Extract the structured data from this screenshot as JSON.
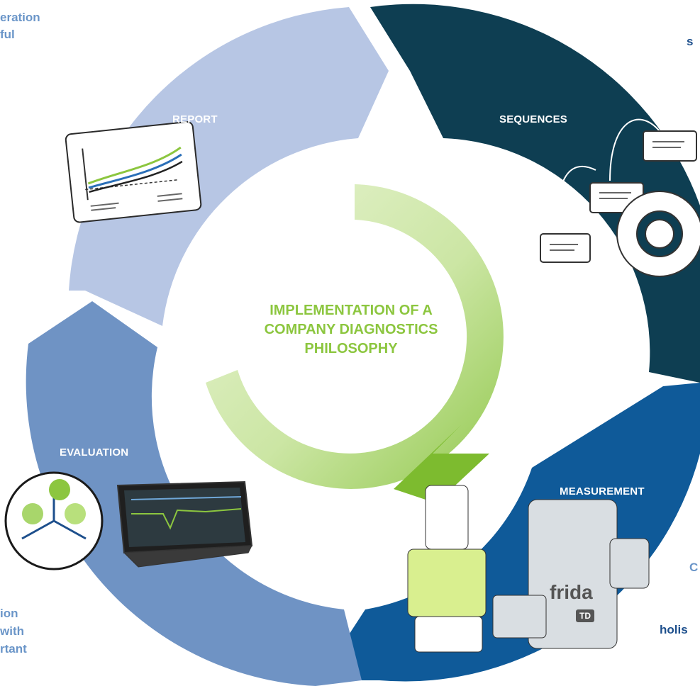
{
  "segments": {
    "report": "REPORT",
    "sequences": "SEQUENCES",
    "measurement": "MEASUREMENT",
    "evaluation": "EVALUATION"
  },
  "center": {
    "line1": "IMPLEMENTATION OF A",
    "line2": "COMPANY DIAGNOSTICS",
    "line3": "PHILOSOPHY"
  },
  "edge_text": {
    "top_left_1": "eration",
    "top_left_2": "ful",
    "top_right": "s",
    "right_mid": "C",
    "right_bottom": "holis",
    "bottom_left_1": "ion",
    "bottom_left_2": "with",
    "bottom_left_3": "rtant"
  },
  "device": {
    "brand": "frida",
    "badge": "TD"
  },
  "colors": {
    "report": "#b7c6e4",
    "sequences": "#0e3e52",
    "measurement": "#0f5a99",
    "evaluation": "#6f93c4",
    "center_arrow": "#9ccc58",
    "center_text": "#8cc63f"
  }
}
